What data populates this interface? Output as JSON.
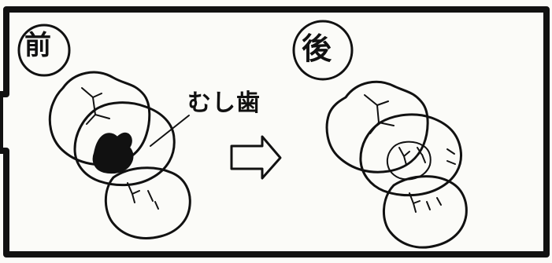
{
  "panel": {
    "before_label": "前",
    "after_label": "後",
    "caries_label": "むし歯"
  },
  "colors": {
    "ink": "#111111",
    "paper": "#fbfbf8",
    "decay": "#111111"
  },
  "icons": {
    "before_circle": "circle",
    "after_circle": "circle",
    "arrow": "right-arrow"
  }
}
